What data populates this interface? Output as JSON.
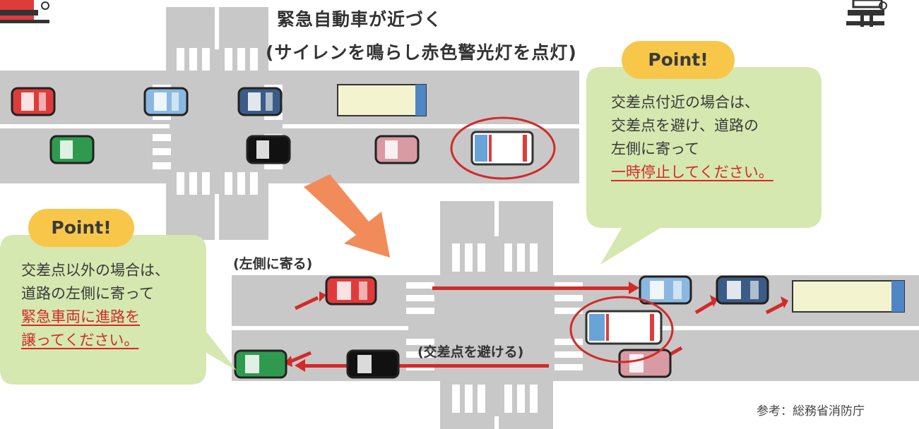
{
  "heading": {
    "line1": "緊急自動車が近づく",
    "line2": "(サイレンを鳴らし赤色警光灯を点灯)"
  },
  "point_top": {
    "tag": "Point!",
    "line1": "交差点付近の場合は、",
    "line2": "交差点を避け、道路の",
    "line3": "左側に寄って",
    "line4": "一時停止してください。"
  },
  "point_left": {
    "tag": "Point!",
    "line1": "交差点以外の場合は、",
    "line2": "道路の左側に寄って",
    "line3": "緊急車両に進路を",
    "line4": "譲ってください。"
  },
  "labels": {
    "keep_left": "(左側に寄る)",
    "avoid_intersection": "(交差点を避ける)"
  },
  "reference": "参考：総務省消防庁",
  "colors": {
    "road": "#c8c8c8",
    "bubble": "#d5e8b0",
    "tag": "#f8c74a",
    "emphasis": "#d22a2a",
    "arrow": "#f28b5a",
    "vehicle_red": "#e03b3b",
    "vehicle_blue": "#8ab8e0",
    "vehicle_navy": "#3b5c86",
    "vehicle_green": "#2f9a4e",
    "vehicle_black": "#111111",
    "vehicle_pink": "#d89aa3",
    "truck": "#f3f3cf"
  }
}
